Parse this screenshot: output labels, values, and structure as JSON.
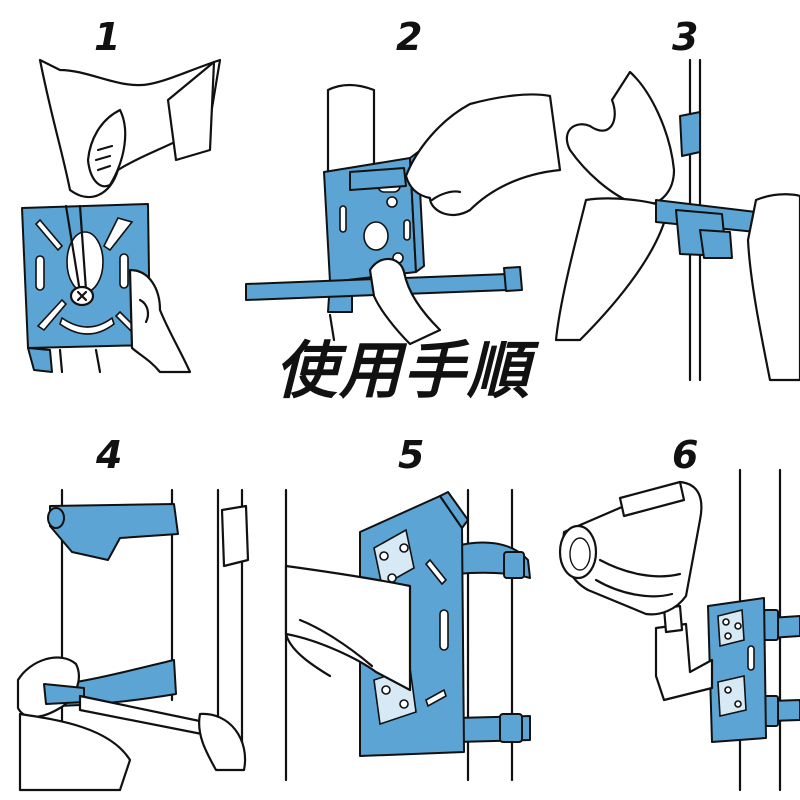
{
  "title": "使用手順",
  "colors": {
    "bracket_blue": "#5ba4d4",
    "line": "#111111"
  },
  "steps": [
    {
      "number": "1"
    },
    {
      "number": "2"
    },
    {
      "number": "3"
    },
    {
      "number": "4"
    },
    {
      "number": "5"
    },
    {
      "number": "6"
    }
  ]
}
